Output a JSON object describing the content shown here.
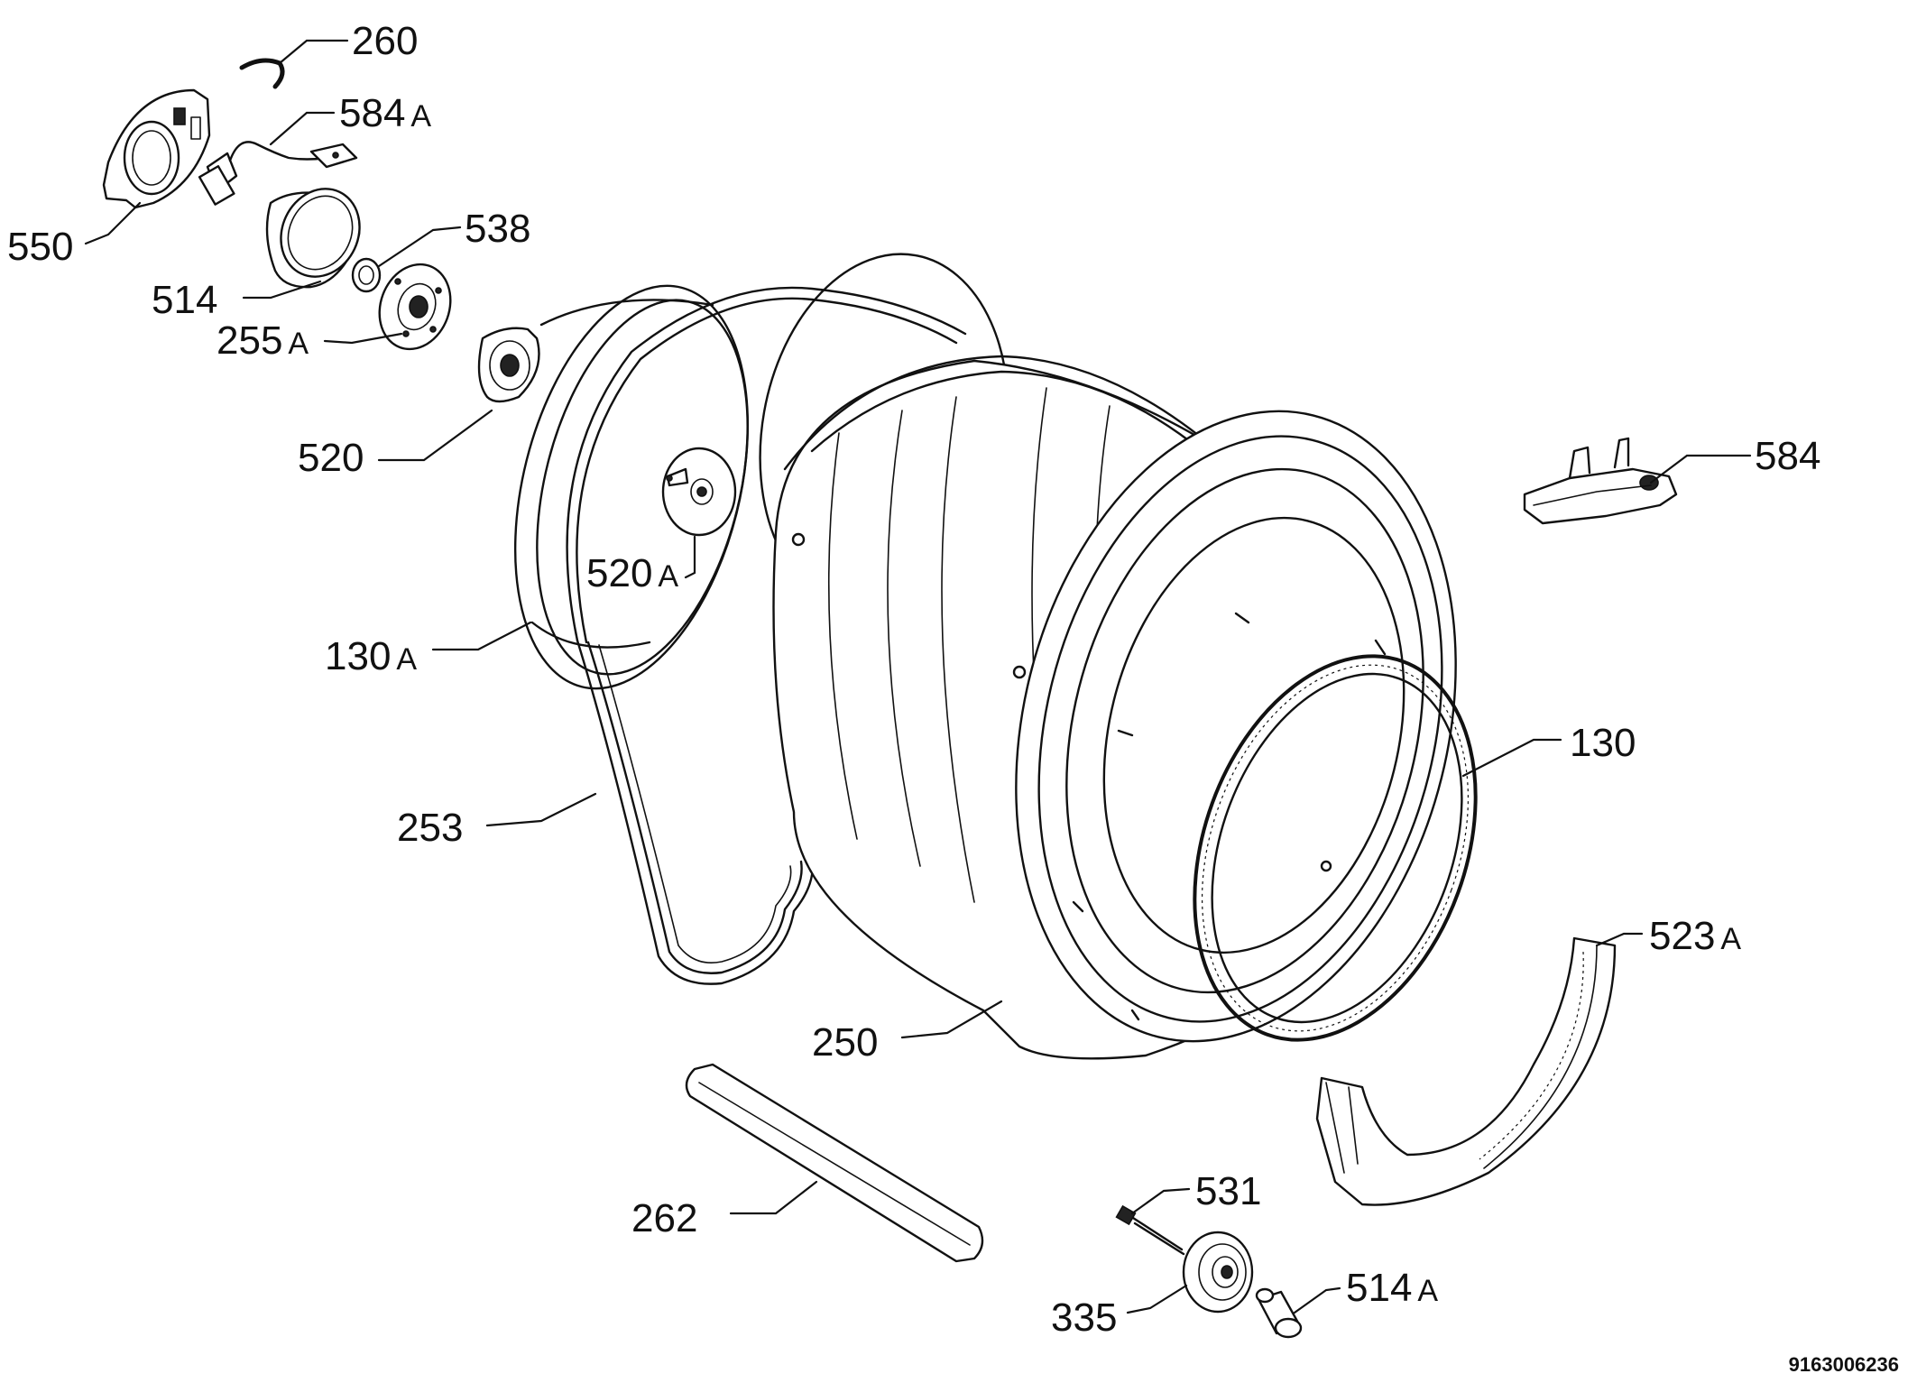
{
  "callouts": [
    {
      "id": "260",
      "num": "260",
      "suffix": ""
    },
    {
      "id": "584A",
      "num": "584",
      "suffix": "A"
    },
    {
      "id": "550",
      "num": "550",
      "suffix": ""
    },
    {
      "id": "538",
      "num": "538",
      "suffix": ""
    },
    {
      "id": "514",
      "num": "514",
      "suffix": ""
    },
    {
      "id": "255A",
      "num": "255",
      "suffix": "A"
    },
    {
      "id": "520",
      "num": "520",
      "suffix": ""
    },
    {
      "id": "584",
      "num": "584",
      "suffix": ""
    },
    {
      "id": "520A",
      "num": "520",
      "suffix": "A"
    },
    {
      "id": "130A",
      "num": "130",
      "suffix": "A"
    },
    {
      "id": "130",
      "num": "130",
      "suffix": ""
    },
    {
      "id": "253",
      "num": "253",
      "suffix": ""
    },
    {
      "id": "523A",
      "num": "523",
      "suffix": "A"
    },
    {
      "id": "250",
      "num": "250",
      "suffix": ""
    },
    {
      "id": "531",
      "num": "531",
      "suffix": ""
    },
    {
      "id": "262",
      "num": "262",
      "suffix": ""
    },
    {
      "id": "514A",
      "num": "514",
      "suffix": "A"
    },
    {
      "id": "335",
      "num": "335",
      "suffix": ""
    }
  ],
  "drawing_number": "9163006236"
}
